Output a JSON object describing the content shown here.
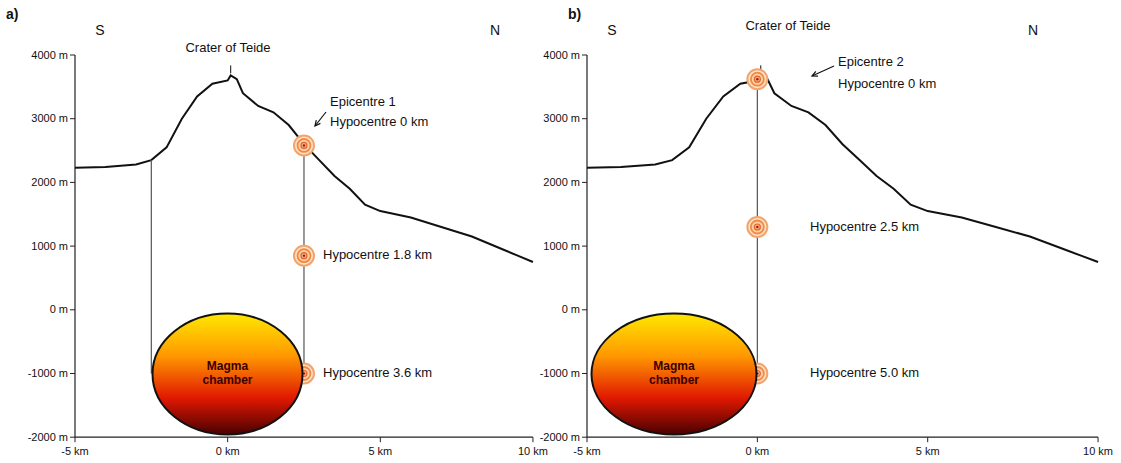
{
  "diagram": {
    "nodes": [
      {
        "text": [
          "Magma chamber"
        ]
      },
      {
        "text": [
          "Magma chamber"
        ]
      }
    ],
    "labels": [
      "a)",
      "S",
      "N",
      "Crater of Teide",
      "Epicentre 1",
      "Hypocentre 0 km",
      "Hypocentre 1.8 km",
      "Hypocentre 3.6 km",
      "4000 m",
      "3000 m",
      "2000 m",
      "1000 m",
      "0 m",
      "-1000 m",
      "-2000 m",
      "-5 km",
      "0 km",
      "5 km",
      "10 km",
      "b)",
      "S",
      "N",
      "Crater of Teide",
      "Epicentre 2",
      "Hypocentre 0 km",
      "Hypocentre 2.5 km",
      "Hypocentre 5.0 km",
      "4000 m",
      "3000 m",
      "2000 m",
      "1000 m",
      "0 m",
      "-1000 m",
      "-2000 m",
      "-5 km",
      "0 km",
      "5 km",
      "10 km"
    ]
  }
}
